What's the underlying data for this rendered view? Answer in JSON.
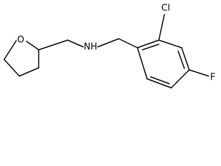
{
  "molecule": {
    "atoms": {
      "oxygen": "O",
      "nitrogen": "NH",
      "chlorine": "Cl",
      "fluorine": "F"
    }
  }
}
